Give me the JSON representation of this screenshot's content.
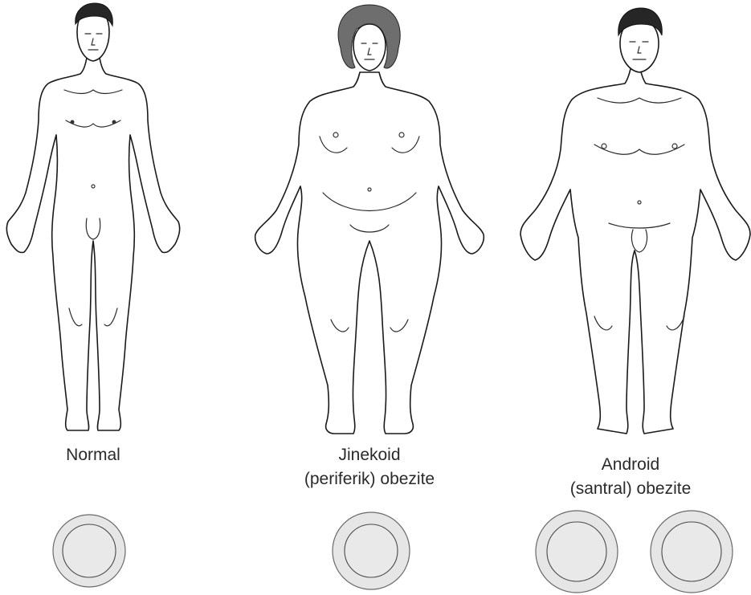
{
  "figures": [
    {
      "id": "normal",
      "caption_lines": [
        "Normal"
      ],
      "cross_sections": 1
    },
    {
      "id": "gynoid",
      "caption_lines": [
        "Jinekoid",
        "(periferik) obezite"
      ],
      "cross_sections": 1
    },
    {
      "id": "android",
      "caption_lines": [
        "Android",
        "(santral) obezite"
      ],
      "cross_sections": 2
    }
  ],
  "colors": {
    "outline": "#1a1a1a",
    "hair_dark": "#262626",
    "hair_female": "#6e6e6e",
    "fat_layer": "#e6e6e6"
  }
}
